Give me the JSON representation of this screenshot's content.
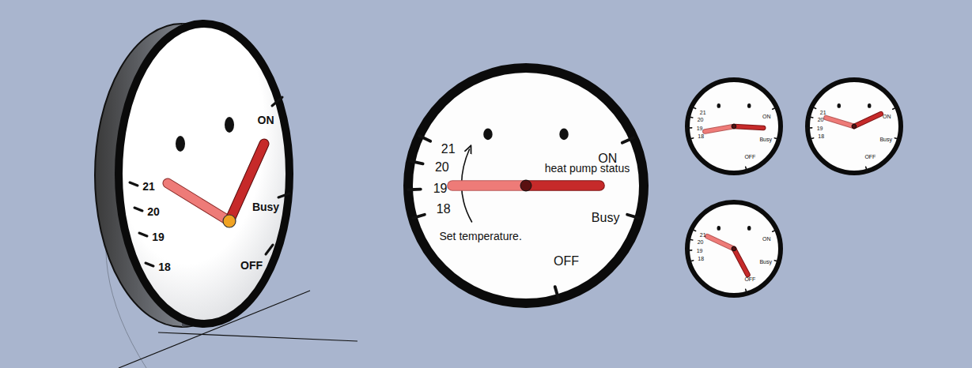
{
  "diagram": {
    "nodes": [
      {
        "text": [
          "21",
          "20",
          "19",
          "18",
          "ON",
          "Busy",
          "OFF"
        ]
      },
      {
        "text": [
          "21",
          "20",
          "19",
          "18",
          "ON",
          "Busy",
          "OFF",
          "heat pump status",
          "Set temperature."
        ]
      },
      {
        "text": [
          "21",
          "20",
          "19",
          "18",
          "ON",
          "Busy",
          "OFF"
        ]
      },
      {
        "text": [
          "21",
          "20",
          "19",
          "18",
          "ON",
          "Busy",
          "OFF"
        ]
      },
      {
        "text": [
          "21",
          "20",
          "19",
          "18",
          "ON",
          "Busy",
          "OFF"
        ]
      }
    ]
  }
}
